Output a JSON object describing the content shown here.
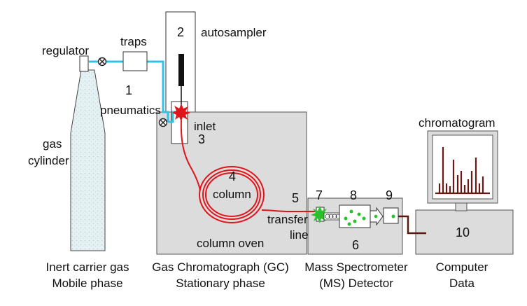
{
  "labels": {
    "regulator": "regulator",
    "traps": "traps",
    "autosampler": "autosampler",
    "num_1": "1",
    "num_2": "2",
    "num_3": "3",
    "num_4": "4",
    "num_5": "5",
    "num_6": "6",
    "num_7": "7",
    "num_8": "8",
    "num_9": "9",
    "num_10": "10",
    "pneumatics": "pneumatics",
    "inlet": "inlet",
    "gas": "gas",
    "cylinder": "cylinder",
    "column": "column",
    "column_oven": "column oven",
    "transfer": "transfer",
    "line": "line",
    "chromatogram": "chromatogram"
  },
  "captions": {
    "cylinder_line1": "Inert carrier gas",
    "cylinder_line2": "Mobile phase",
    "gc_line1": "Gas Chromatograph (GC)",
    "gc_line2": "Stationary phase",
    "ms_line1": "Mass Spectrometer",
    "ms_line2": "(MS) Detector",
    "computer_line1": "Computer",
    "computer_line2": "Data"
  },
  "colors": {
    "gas_line": "#33c1e6",
    "column": "#e0141b",
    "box_fill": "#dcdcdc",
    "peaks": "#6a1a12",
    "ions": "#2cc02c",
    "outline": "#333333"
  }
}
